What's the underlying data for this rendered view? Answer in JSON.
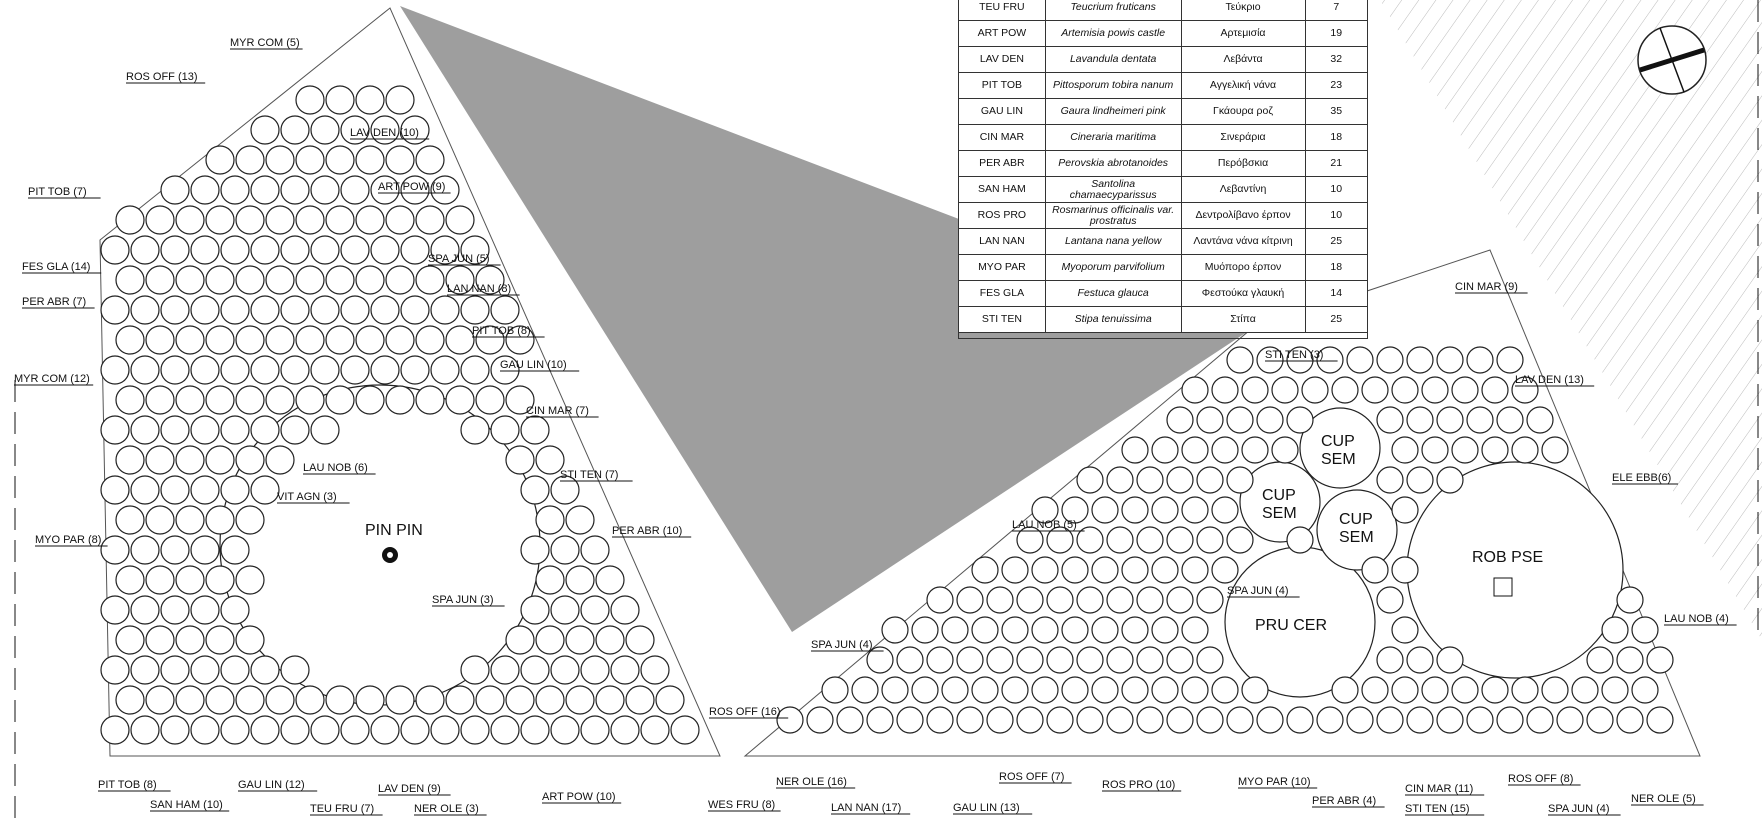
{
  "legend": {
    "rows": [
      {
        "code": "TEU FRU",
        "species": "Teucrium fruticans",
        "common": "Τεύκριο",
        "qty": "7"
      },
      {
        "code": "ART POW",
        "species": "Artemisia powis castle",
        "common": "Αρτεμισία",
        "qty": "19"
      },
      {
        "code": "LAV DEN",
        "species": "Lavandula dentata",
        "common": "Λεβάντα",
        "qty": "32"
      },
      {
        "code": "PIT TOB",
        "species": "Pittosporum tobira nanum",
        "common": "Αγγελική νάνα",
        "qty": "23"
      },
      {
        "code": "GAU LIN",
        "species": "Gaura lindheimeri pink",
        "common": "Γκάουρα ροζ",
        "qty": "35"
      },
      {
        "code": "CIN MAR",
        "species": "Cineraria maritima",
        "common": "Σινεράρια",
        "qty": "18"
      },
      {
        "code": "PER ABR",
        "species": "Perovskia abrotanoides",
        "common": "Περόβσκια",
        "qty": "21"
      },
      {
        "code": "SAN HAM",
        "species": "Santolina chamaecyparissus",
        "common": "Λεβαντίνη",
        "qty": "10"
      },
      {
        "code": "ROS PRO",
        "species": "Rosmarinus officinalis var. prostratus",
        "common": "Δεντρολίβανο έρπον",
        "qty": "10"
      },
      {
        "code": "LAN NAN",
        "species": "Lantana nana yellow",
        "common": "Λαντάνα νάνα κίτρινη",
        "qty": "25"
      },
      {
        "code": "MYO PAR",
        "species": "Myoporum parvifolium",
        "common": "Μυόπορο έρπον",
        "qty": "18"
      },
      {
        "code": "FES GLA",
        "species": "Festuca glauca",
        "common": "Φεστούκα γλαυκή",
        "qty": "14"
      },
      {
        "code": "STI TEN",
        "species": "Stipa tenuissima",
        "common": "Στίπα",
        "qty": "25"
      }
    ]
  },
  "zones": {
    "pin_pin": "PIN PIN",
    "pru_cer": "PRU CER",
    "rob_pse": "ROB PSE",
    "cup_sem_top": [
      "CUP",
      "SEM"
    ],
    "cup_sem_left": [
      "CUP",
      "SEM"
    ],
    "cup_sem_right": [
      "CUP",
      "SEM"
    ]
  },
  "labels": [
    "MYR COM (5)",
    "ROS OFF (13)",
    "LAV DEN (10)",
    "ART POW (9)",
    "PIT TOB (7)",
    "SPA JUN (5)",
    "FES GLA (14)",
    "LAN NAN (8)",
    "PER ABR (7)",
    "PIT TOB (8)",
    "GAU LIN (10)",
    "MYR COM (12)",
    "CIN MAR (7)",
    "LAU NOB (6)",
    "STI TEN (7)",
    "VIT AGN (3)",
    "MYO PAR (8)",
    "PER ABR (10)",
    "SPA JUN (3)",
    "ROS OFF (16)",
    "PIT TOB (8)",
    "GAU LIN (12)",
    "SAN HAM (10)",
    "LAV DEN (9)",
    "TEU FRU (7)",
    "NER OLE (3)",
    "ART POW (10)",
    "WES FRU (8)",
    "CIN MAR (9)",
    "STI TEN (3)",
    "LAV DEN (13)",
    "ELE EBB(6)",
    "LAU NOB (5)",
    "SPA JUN (4)",
    "SPA JUN (4)",
    "LAU NOB (4)",
    "NER OLE (16)",
    "ROS OFF (7)",
    "ROS PRO (10)",
    "MYO PAR (10)",
    "PER ABR (4)",
    "CIN MAR (11)",
    "ROS OFF (8)",
    "LAN NAN (17)",
    "GAU LIN (13)",
    "STI TEN (15)",
    "SPA JUN (4)",
    "NER OLE (5)"
  ]
}
